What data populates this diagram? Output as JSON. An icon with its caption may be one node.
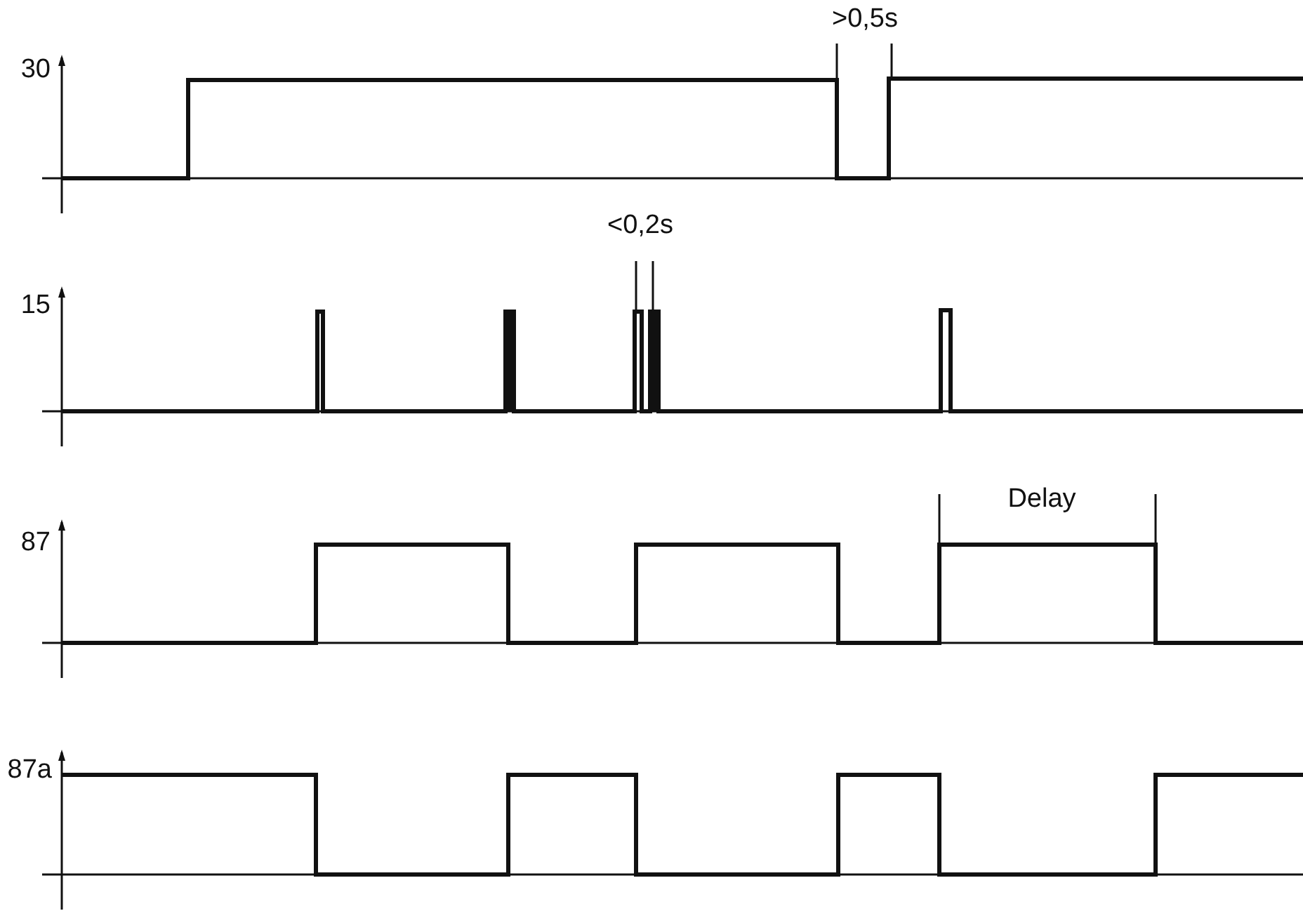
{
  "diagram": {
    "labels": [
      ">0,5s",
      "30",
      "<0,2s",
      "15",
      "Delay",
      "87",
      "87a"
    ]
  }
}
